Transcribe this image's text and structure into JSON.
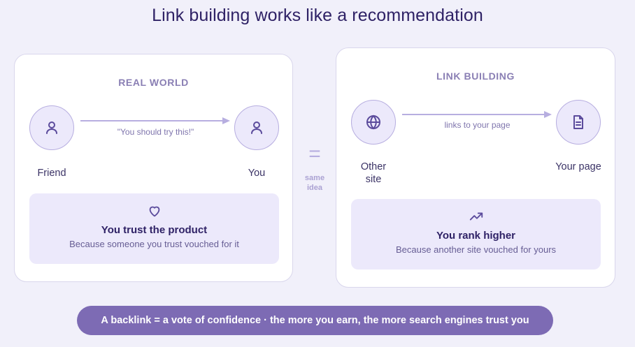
{
  "title": "Link building works like a recommendation",
  "left": {
    "heading": "REAL WORLD",
    "from_label": "Friend",
    "to_label": "You",
    "arrow_label": "\"You should try this!\"",
    "from_icon": "person-icon",
    "to_icon": "person-icon",
    "result_icon": "heart-icon",
    "result_title": "You trust the product",
    "result_sub": "Because someone you trust vouched for it"
  },
  "divider": {
    "symbol": "=",
    "line1": "same",
    "line2": "idea"
  },
  "right": {
    "heading": "LINK BUILDING",
    "from_label_line1": "Other",
    "from_label_line2": "site",
    "to_label": "Your page",
    "arrow_label": "links to your page",
    "from_icon": "globe-icon",
    "to_icon": "document-icon",
    "result_icon": "trending-up-icon",
    "result_title": "You rank higher",
    "result_sub": "Because another site vouched for yours"
  },
  "banner": {
    "text": "A backlink = a vote of confidence  ·  the more you earn, the more search engines trust you"
  },
  "colors": {
    "background": "#f1f0fa",
    "accent": "#7d6bb4",
    "circle_fill": "#ece9fb",
    "title": "#2f2266"
  }
}
